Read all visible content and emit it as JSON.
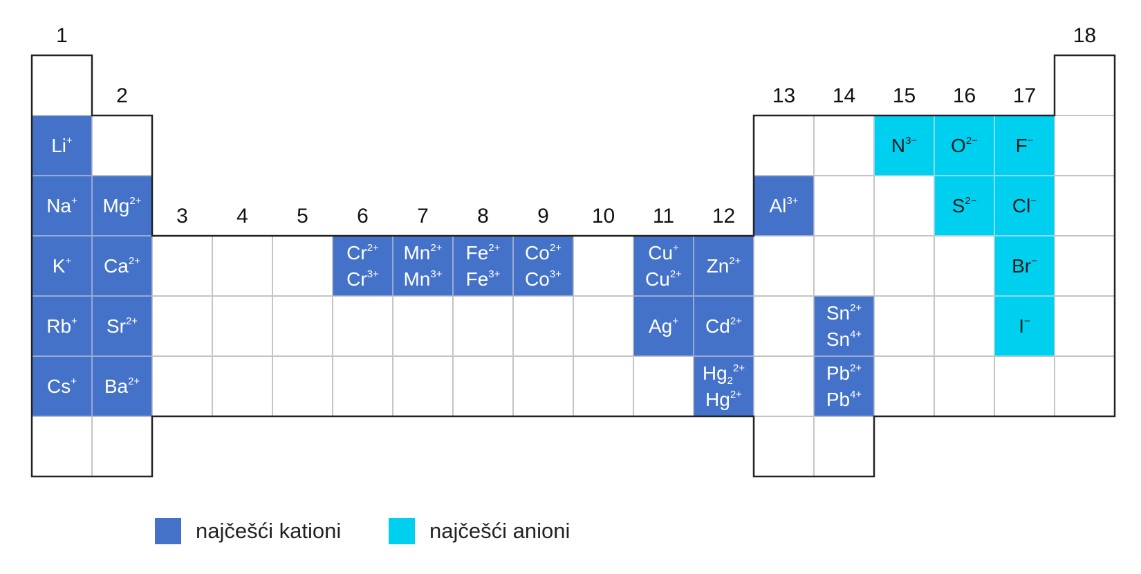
{
  "colors": {
    "cation": "#4472c8",
    "anion": "#00d0f0"
  },
  "groups": [
    "1",
    "2",
    "3",
    "4",
    "5",
    "6",
    "7",
    "8",
    "9",
    "10",
    "11",
    "12",
    "13",
    "14",
    "15",
    "16",
    "17",
    "18"
  ],
  "cells": [
    {
      "g": 1,
      "p": 1,
      "ions": []
    },
    {
      "g": 18,
      "p": 1,
      "ions": []
    },
    {
      "g": 1,
      "p": 2,
      "type": "cation",
      "ions": [
        {
          "el": "Li",
          "ch": "+"
        }
      ]
    },
    {
      "g": 2,
      "p": 2,
      "ions": []
    },
    {
      "g": 13,
      "p": 2,
      "ions": []
    },
    {
      "g": 14,
      "p": 2,
      "ions": []
    },
    {
      "g": 15,
      "p": 2,
      "type": "anion",
      "ions": [
        {
          "el": "N",
          "ch": "3−"
        }
      ]
    },
    {
      "g": 16,
      "p": 2,
      "type": "anion",
      "ions": [
        {
          "el": "O",
          "ch": "2−"
        }
      ]
    },
    {
      "g": 17,
      "p": 2,
      "type": "anion",
      "ions": [
        {
          "el": "F",
          "ch": "−"
        }
      ]
    },
    {
      "g": 18,
      "p": 2,
      "ions": []
    },
    {
      "g": 1,
      "p": 3,
      "type": "cation",
      "ions": [
        {
          "el": "Na",
          "ch": "+"
        }
      ]
    },
    {
      "g": 2,
      "p": 3,
      "type": "cation",
      "ions": [
        {
          "el": "Mg",
          "ch": "2+"
        }
      ]
    },
    {
      "g": 13,
      "p": 3,
      "type": "cation",
      "ions": [
        {
          "el": "Al",
          "ch": "3+"
        }
      ]
    },
    {
      "g": 14,
      "p": 3,
      "ions": []
    },
    {
      "g": 15,
      "p": 3,
      "ions": []
    },
    {
      "g": 16,
      "p": 3,
      "type": "anion",
      "ions": [
        {
          "el": "S",
          "ch": "2−"
        }
      ]
    },
    {
      "g": 17,
      "p": 3,
      "type": "anion",
      "ions": [
        {
          "el": "Cl",
          "ch": "−"
        }
      ]
    },
    {
      "g": 18,
      "p": 3,
      "ions": []
    },
    {
      "g": 1,
      "p": 4,
      "type": "cation",
      "ions": [
        {
          "el": "K",
          "ch": "+"
        }
      ]
    },
    {
      "g": 2,
      "p": 4,
      "type": "cation",
      "ions": [
        {
          "el": "Ca",
          "ch": "2+"
        }
      ]
    },
    {
      "g": 3,
      "p": 4,
      "ions": []
    },
    {
      "g": 4,
      "p": 4,
      "ions": []
    },
    {
      "g": 5,
      "p": 4,
      "ions": []
    },
    {
      "g": 6,
      "p": 4,
      "type": "cation",
      "ions": [
        {
          "el": "Cr",
          "ch": "2+"
        },
        {
          "el": "Cr",
          "ch": "3+"
        }
      ]
    },
    {
      "g": 7,
      "p": 4,
      "type": "cation",
      "ions": [
        {
          "el": "Mn",
          "ch": "2+"
        },
        {
          "el": "Mn",
          "ch": "3+"
        }
      ]
    },
    {
      "g": 8,
      "p": 4,
      "type": "cation",
      "ions": [
        {
          "el": "Fe",
          "ch": "2+"
        },
        {
          "el": "Fe",
          "ch": "3+"
        }
      ]
    },
    {
      "g": 9,
      "p": 4,
      "type": "cation",
      "ions": [
        {
          "el": "Co",
          "ch": "2+"
        },
        {
          "el": "Co",
          "ch": "3+"
        }
      ]
    },
    {
      "g": 10,
      "p": 4,
      "ions": []
    },
    {
      "g": 11,
      "p": 4,
      "type": "cation",
      "ions": [
        {
          "el": "Cu",
          "ch": "+"
        },
        {
          "el": "Cu",
          "ch": "2+"
        }
      ]
    },
    {
      "g": 12,
      "p": 4,
      "type": "cation",
      "ions": [
        {
          "el": "Zn",
          "ch": "2+"
        }
      ]
    },
    {
      "g": 13,
      "p": 4,
      "ions": []
    },
    {
      "g": 14,
      "p": 4,
      "ions": []
    },
    {
      "g": 15,
      "p": 4,
      "ions": []
    },
    {
      "g": 16,
      "p": 4,
      "ions": []
    },
    {
      "g": 17,
      "p": 4,
      "type": "anion",
      "ions": [
        {
          "el": "Br",
          "ch": "−"
        }
      ]
    },
    {
      "g": 18,
      "p": 4,
      "ions": []
    },
    {
      "g": 1,
      "p": 5,
      "type": "cation",
      "ions": [
        {
          "el": "Rb",
          "ch": "+"
        }
      ]
    },
    {
      "g": 2,
      "p": 5,
      "type": "cation",
      "ions": [
        {
          "el": "Sr",
          "ch": "2+"
        }
      ]
    },
    {
      "g": 3,
      "p": 5,
      "ions": []
    },
    {
      "g": 4,
      "p": 5,
      "ions": []
    },
    {
      "g": 5,
      "p": 5,
      "ions": []
    },
    {
      "g": 6,
      "p": 5,
      "ions": []
    },
    {
      "g": 7,
      "p": 5,
      "ions": []
    },
    {
      "g": 8,
      "p": 5,
      "ions": []
    },
    {
      "g": 9,
      "p": 5,
      "ions": []
    },
    {
      "g": 10,
      "p": 5,
      "ions": []
    },
    {
      "g": 11,
      "p": 5,
      "type": "cation",
      "ions": [
        {
          "el": "Ag",
          "ch": "+"
        }
      ]
    },
    {
      "g": 12,
      "p": 5,
      "type": "cation",
      "ions": [
        {
          "el": "Cd",
          "ch": "2+"
        }
      ]
    },
    {
      "g": 13,
      "p": 5,
      "ions": []
    },
    {
      "g": 14,
      "p": 5,
      "type": "cation",
      "ions": [
        {
          "el": "Sn",
          "ch": "2+"
        },
        {
          "el": "Sn",
          "ch": "4+"
        }
      ]
    },
    {
      "g": 15,
      "p": 5,
      "ions": []
    },
    {
      "g": 16,
      "p": 5,
      "ions": []
    },
    {
      "g": 17,
      "p": 5,
      "type": "anion",
      "ions": [
        {
          "el": "I",
          "ch": "−"
        }
      ]
    },
    {
      "g": 18,
      "p": 5,
      "ions": []
    },
    {
      "g": 1,
      "p": 6,
      "type": "cation",
      "ions": [
        {
          "el": "Cs",
          "ch": "+"
        }
      ]
    },
    {
      "g": 2,
      "p": 6,
      "type": "cation",
      "ions": [
        {
          "el": "Ba",
          "ch": "2+"
        }
      ]
    },
    {
      "g": 3,
      "p": 6,
      "ions": []
    },
    {
      "g": 4,
      "p": 6,
      "ions": []
    },
    {
      "g": 5,
      "p": 6,
      "ions": []
    },
    {
      "g": 6,
      "p": 6,
      "ions": []
    },
    {
      "g": 7,
      "p": 6,
      "ions": []
    },
    {
      "g": 8,
      "p": 6,
      "ions": []
    },
    {
      "g": 9,
      "p": 6,
      "ions": []
    },
    {
      "g": 10,
      "p": 6,
      "ions": []
    },
    {
      "g": 11,
      "p": 6,
      "ions": []
    },
    {
      "g": 12,
      "p": 6,
      "type": "cation",
      "ions": [
        {
          "el": "Hg",
          "sub": "2",
          "ch": "2+"
        },
        {
          "el": "Hg",
          "ch": "2+"
        }
      ]
    },
    {
      "g": 13,
      "p": 6,
      "ions": []
    },
    {
      "g": 14,
      "p": 6,
      "type": "cation",
      "ions": [
        {
          "el": "Pb",
          "ch": "2+"
        },
        {
          "el": "Pb",
          "ch": "4+"
        }
      ]
    },
    {
      "g": 15,
      "p": 6,
      "ions": []
    },
    {
      "g": 16,
      "p": 6,
      "ions": []
    },
    {
      "g": 17,
      "p": 6,
      "ions": []
    },
    {
      "g": 18,
      "p": 6,
      "ions": []
    },
    {
      "g": 1,
      "p": 7,
      "ions": []
    },
    {
      "g": 2,
      "p": 7,
      "ions": []
    },
    {
      "g": 13,
      "p": 7,
      "ions": []
    },
    {
      "g": 14,
      "p": 7,
      "ions": []
    }
  ],
  "legend": [
    {
      "type": "cation",
      "label": "najčešći kationi"
    },
    {
      "type": "anion",
      "label": "najčešći anioni"
    }
  ]
}
